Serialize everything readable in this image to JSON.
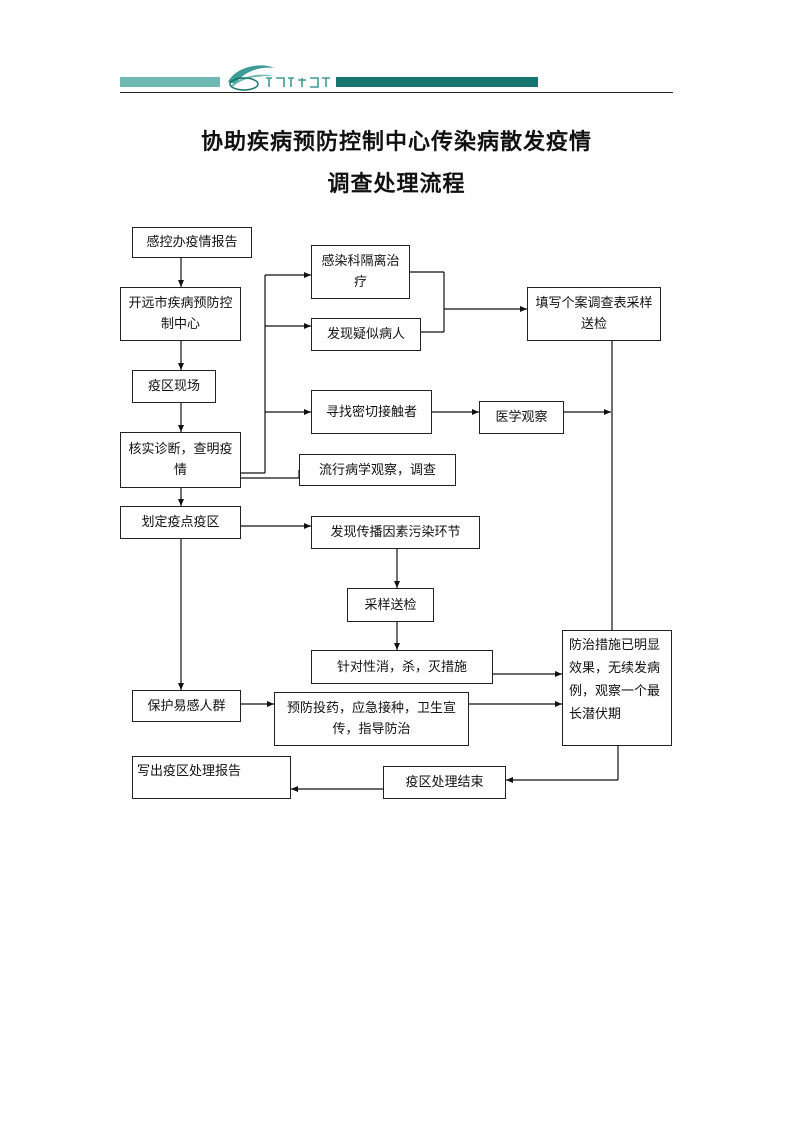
{
  "title_line1": "协助疾病预防控制中心传染病散发疫情",
  "title_line2": "调查处理流程",
  "nodes": {
    "report": "感控办疫情报告",
    "cdc": "开远市疾病预防控制中心",
    "site": "疫区现场",
    "verify": "核实诊断，查明疫情",
    "zone": "划定疫点疫区",
    "protect": "保护易感人群",
    "write_report": "写出疫区处理报告",
    "isolate": "感染科隔离治疗",
    "suspect": "发现疑似病人",
    "contacts": "寻找密切接触者",
    "medical_obs": "医学观察",
    "epi": "流行病学观察，调查",
    "transmission": "发现传播因素污染环节",
    "sample": "采样送检",
    "disinfect": "针对性消，杀，灭措施",
    "prevent": "预防投药，应急接种，卫生宣传，指导防治",
    "fill_form": "填写个案调查表采样送检",
    "effect": "防治措施已明显效果，无续发病例，观察一个最长潜伏期",
    "end": "疫区处理结束"
  }
}
